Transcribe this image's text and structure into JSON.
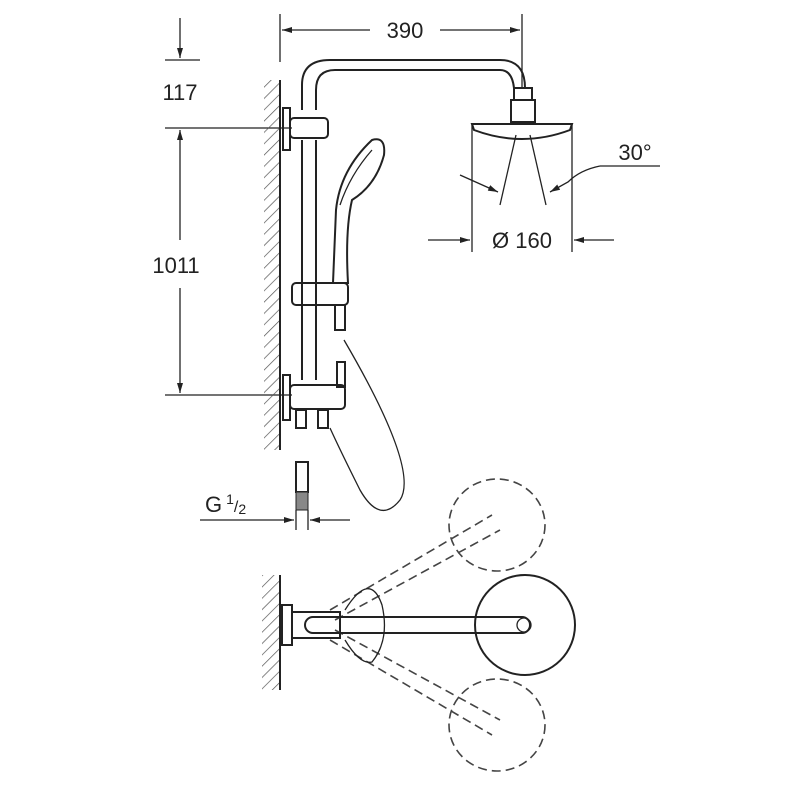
{
  "dimensions": {
    "arm_length": "390",
    "top_offset": "117",
    "bar_height": "1011",
    "head_diameter": "Ø 160",
    "spray_angle": "30°",
    "connection_thread_base": "G",
    "connection_thread_num": "1",
    "connection_thread_den": "2"
  }
}
